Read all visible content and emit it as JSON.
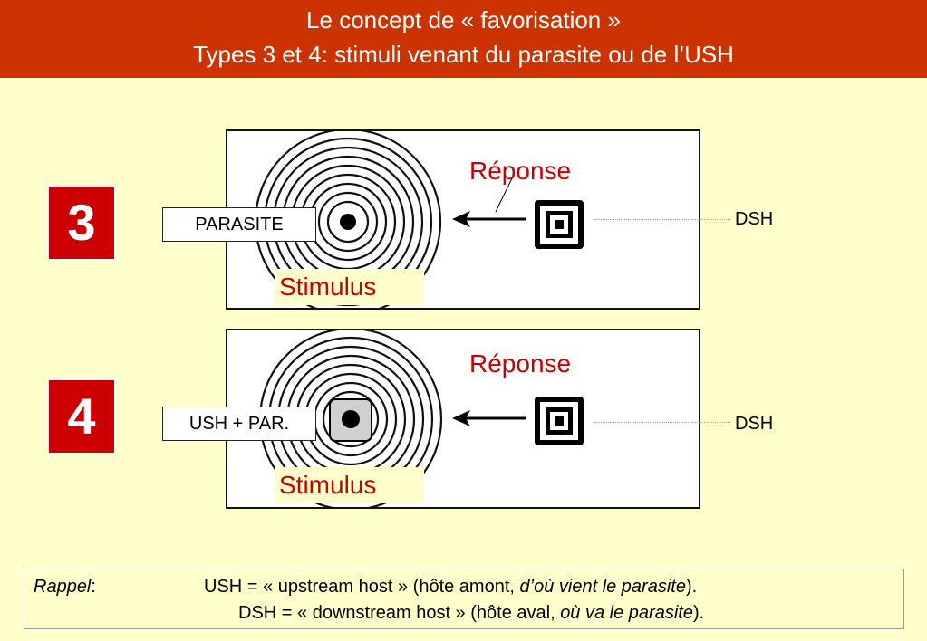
{
  "header": {
    "line1": "Le concept de « favorisation »",
    "line2": "Types 3 et 4: stimuli venant du parasite ou de l’USH",
    "bg_color": "#cc3300"
  },
  "panels": [
    {
      "number": "3",
      "source_label": "PARASITE",
      "stimulus_label": "Stimulus",
      "response_label": "Réponse",
      "target_label": "DSH"
    },
    {
      "number": "4",
      "source_label": "USH + PAR.",
      "stimulus_label": "Stimulus",
      "response_label": "Réponse",
      "target_label": "DSH"
    }
  ],
  "rappel": {
    "label": "Rappel",
    "colon": ":",
    "ush_prefix": "USH = « upstream host » (hôte amont, ",
    "ush_italic": "d’où vient le parasite",
    "ush_suffix": ").",
    "dsh_prefix": "DSH = « downstream host » (hôte aval, ",
    "dsh_italic": "où va le parasite",
    "dsh_suffix": ")."
  },
  "colors": {
    "background": "#ffffcc",
    "accent_red": "#cc0000"
  }
}
